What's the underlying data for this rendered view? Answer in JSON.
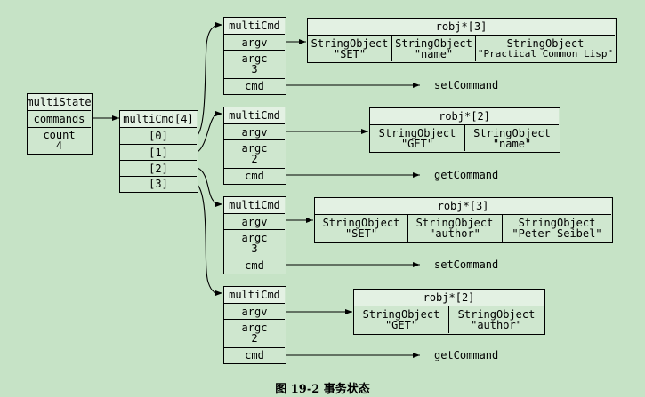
{
  "multi_state": {
    "title": "multiState",
    "commands": "commands",
    "count_label": "count",
    "count_value": "4"
  },
  "command_array": {
    "title": "multiCmd[4]",
    "slots": [
      "[0]",
      "[1]",
      "[2]",
      "[3]"
    ]
  },
  "commands": [
    {
      "title": "multiCmd",
      "argv": "argv",
      "argc_label": "argc",
      "argc_value": "3",
      "cmd": "cmd",
      "target": "setCommand",
      "robj_title": "robj*[3]",
      "objects": [
        {
          "type": "StringObject",
          "value": "\"SET\""
        },
        {
          "type": "StringObject",
          "value": "\"name\""
        },
        {
          "type": "StringObject",
          "value": "\"Practical Common Lisp\""
        }
      ]
    },
    {
      "title": "multiCmd",
      "argv": "argv",
      "argc_label": "argc",
      "argc_value": "2",
      "cmd": "cmd",
      "target": "getCommand",
      "robj_title": "robj*[2]",
      "objects": [
        {
          "type": "StringObject",
          "value": "\"GET\""
        },
        {
          "type": "StringObject",
          "value": "\"name\""
        }
      ]
    },
    {
      "title": "multiCmd",
      "argv": "argv",
      "argc_label": "argc",
      "argc_value": "3",
      "cmd": "cmd",
      "target": "setCommand",
      "robj_title": "robj*[3]",
      "objects": [
        {
          "type": "StringObject",
          "value": "\"SET\""
        },
        {
          "type": "StringObject",
          "value": "\"author\""
        },
        {
          "type": "StringObject",
          "value": "\"Peter Seibel\""
        }
      ]
    },
    {
      "title": "multiCmd",
      "argv": "argv",
      "argc_label": "argc",
      "argc_value": "2",
      "cmd": "cmd",
      "target": "getCommand",
      "robj_title": "robj*[2]",
      "objects": [
        {
          "type": "StringObject",
          "value": "\"GET\""
        },
        {
          "type": "StringObject",
          "value": "\"author\""
        }
      ]
    }
  ],
  "caption": "图 19-2   事务状态"
}
